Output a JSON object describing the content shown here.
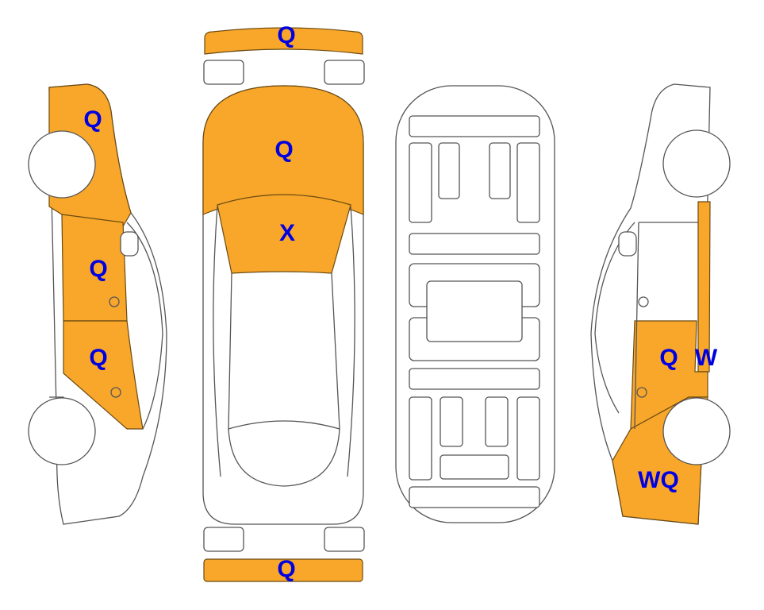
{
  "colors": {
    "damage_fill": "#F9A72B",
    "label": "#0000E0",
    "outline": "#555555"
  },
  "marks": {
    "front_bumper": "Q",
    "hood": "Q",
    "windshield": "X",
    "rear_bumper": "Q",
    "left_front_fender": "Q",
    "left_front_door": "Q",
    "left_rear_door": "Q",
    "right_rear_door": "Q",
    "right_rocker_panel": "W",
    "right_rear_quarter": "WQ"
  }
}
